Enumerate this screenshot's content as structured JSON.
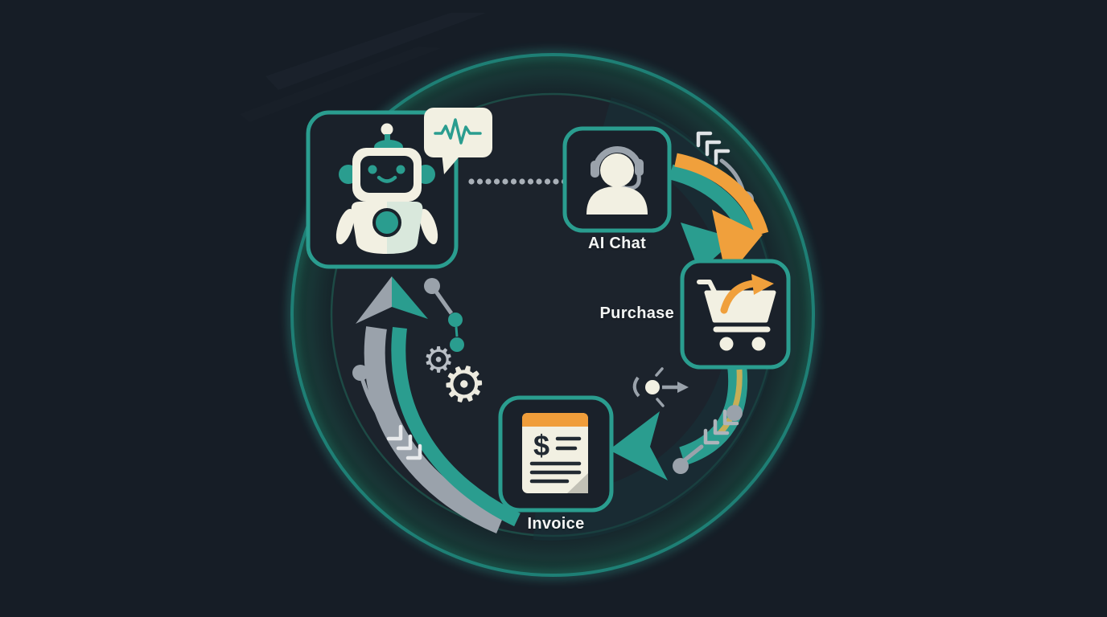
{
  "diagram": {
    "kind": "circular-flow-illustration",
    "nodes": [
      {
        "id": "ai-assistant",
        "label": "",
        "icon": "robot-icon"
      },
      {
        "id": "ai-chat",
        "label": "AI Chat",
        "icon": "headset-person-icon"
      },
      {
        "id": "purchase",
        "label": "Purchase",
        "icon": "shopping-cart-icon"
      },
      {
        "id": "invoice",
        "label": "Invoice",
        "icon": "invoice-document-icon"
      }
    ],
    "flow_steps": [
      {
        "from": "ai-assistant",
        "to": "ai-chat",
        "style": "dotted-line"
      },
      {
        "from": "ai-chat",
        "to": "purchase",
        "style": "teal-orange-curved-arrow"
      },
      {
        "from": "purchase",
        "to": "invoice",
        "style": "teal-curved-arrow"
      },
      {
        "from": "invoice",
        "to": "ai-assistant",
        "style": "gray-teal-curved-arrow"
      }
    ],
    "decorations": [
      "speech-bubble-waveform",
      "gear-icons",
      "chevron-speed-lines",
      "dot-connectors",
      "redirect-icon",
      "outer-glow-ring"
    ],
    "icons": {
      "gear_glyph": "⚙",
      "dollar_glyph": "$"
    },
    "colors": {
      "background": "#161d26",
      "inner_disk": "#1c232c",
      "node_fill": "#1a212a",
      "teal": "#2a9d8f",
      "ring_teal": "#1e7f75",
      "orange": "#f0a03c",
      "cream": "#f2f0e2",
      "gray": "#9aa2ab",
      "label_text": "#f3f5f4"
    }
  }
}
